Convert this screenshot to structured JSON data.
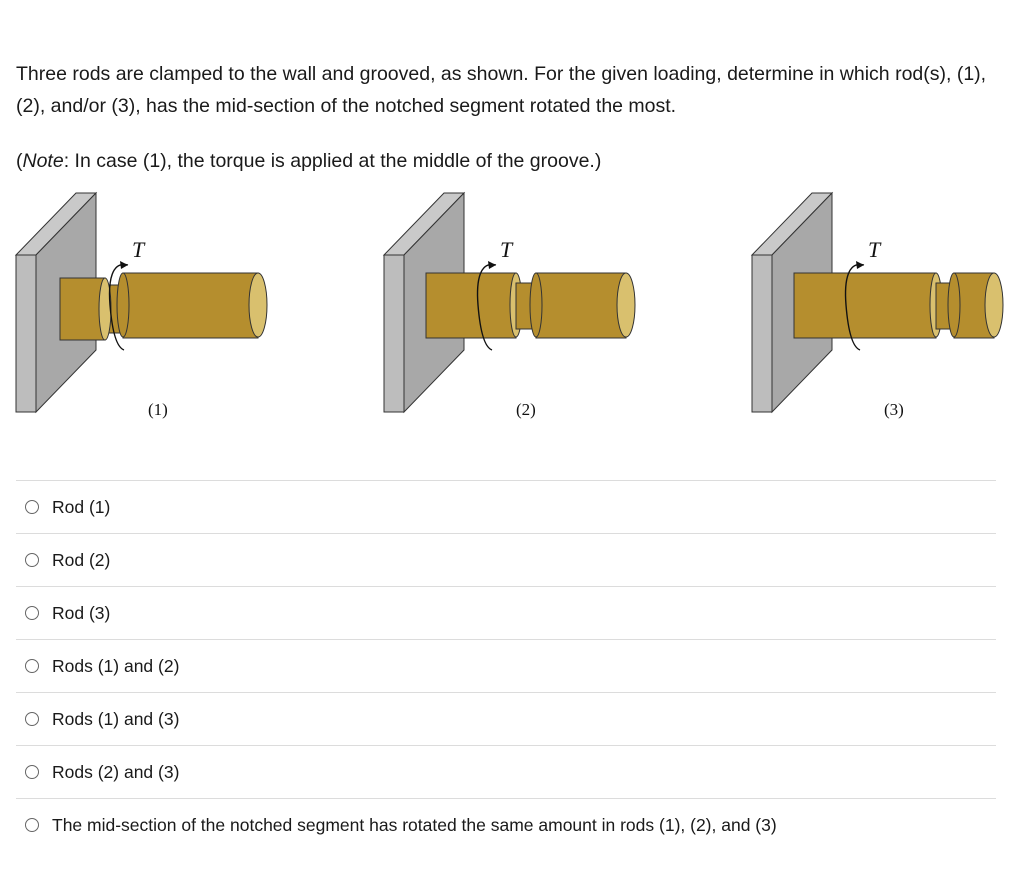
{
  "question": {
    "text": "Three rods are clamped to the wall and grooved, as shown. For the given loading, determine in which rod(s), (1), (2), and/or (3), has the mid-section of the notched segment rotated the most.",
    "note_prefix": "(",
    "note_italic": "Note",
    "note_rest": ": In case (1), the torque is applied at the middle of the groove.)"
  },
  "figure": {
    "rods": [
      {
        "label": "(1)",
        "torque_label": "T"
      },
      {
        "label": "(2)",
        "torque_label": "T"
      },
      {
        "label": "(3)",
        "torque_label": "T"
      }
    ],
    "colors": {
      "rod": "#b58e2e",
      "rod_end": "#d9c06e",
      "wall_face": "#a8a8a8",
      "wall_side": "#c9c9c9",
      "outline": "#333333"
    }
  },
  "options": [
    {
      "label": "Rod (1)"
    },
    {
      "label": "Rod (2)"
    },
    {
      "label": "Rod (3)"
    },
    {
      "label": "Rods (1) and (2)"
    },
    {
      "label": "Rods (1) and (3)"
    },
    {
      "label": "Rods (2) and (3)"
    },
    {
      "label": "The mid-section of the notched segment has rotated the same amount in rods (1), (2), and (3)"
    }
  ]
}
